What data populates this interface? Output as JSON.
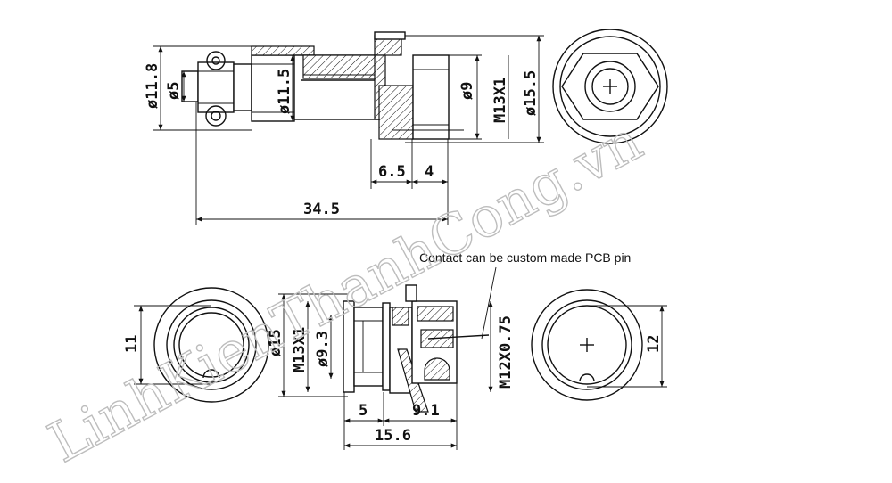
{
  "watermark": "LinhKienThanhCong.vn",
  "top_view": {
    "dia_11_8": "ø11.8",
    "dia_5": "ø5",
    "dia_11_5": "ø11.5",
    "dia_9": "ø9",
    "thread": "M13X1",
    "dia_15_5": "ø15.5",
    "len_6_5": "6.5",
    "len_4": "4",
    "len_34_5": "34.5"
  },
  "bottom_view": {
    "note": "Contact can be custom made PCB pin",
    "h_11": "11",
    "dia_15": "ø15",
    "thread_m13": "M13X1",
    "dia_9_3": "ø9.3",
    "thread_m12": "M12X0.75",
    "h_12": "12",
    "len_5": "5",
    "len_9_1": "9.1",
    "len_15_6": "15.6"
  }
}
